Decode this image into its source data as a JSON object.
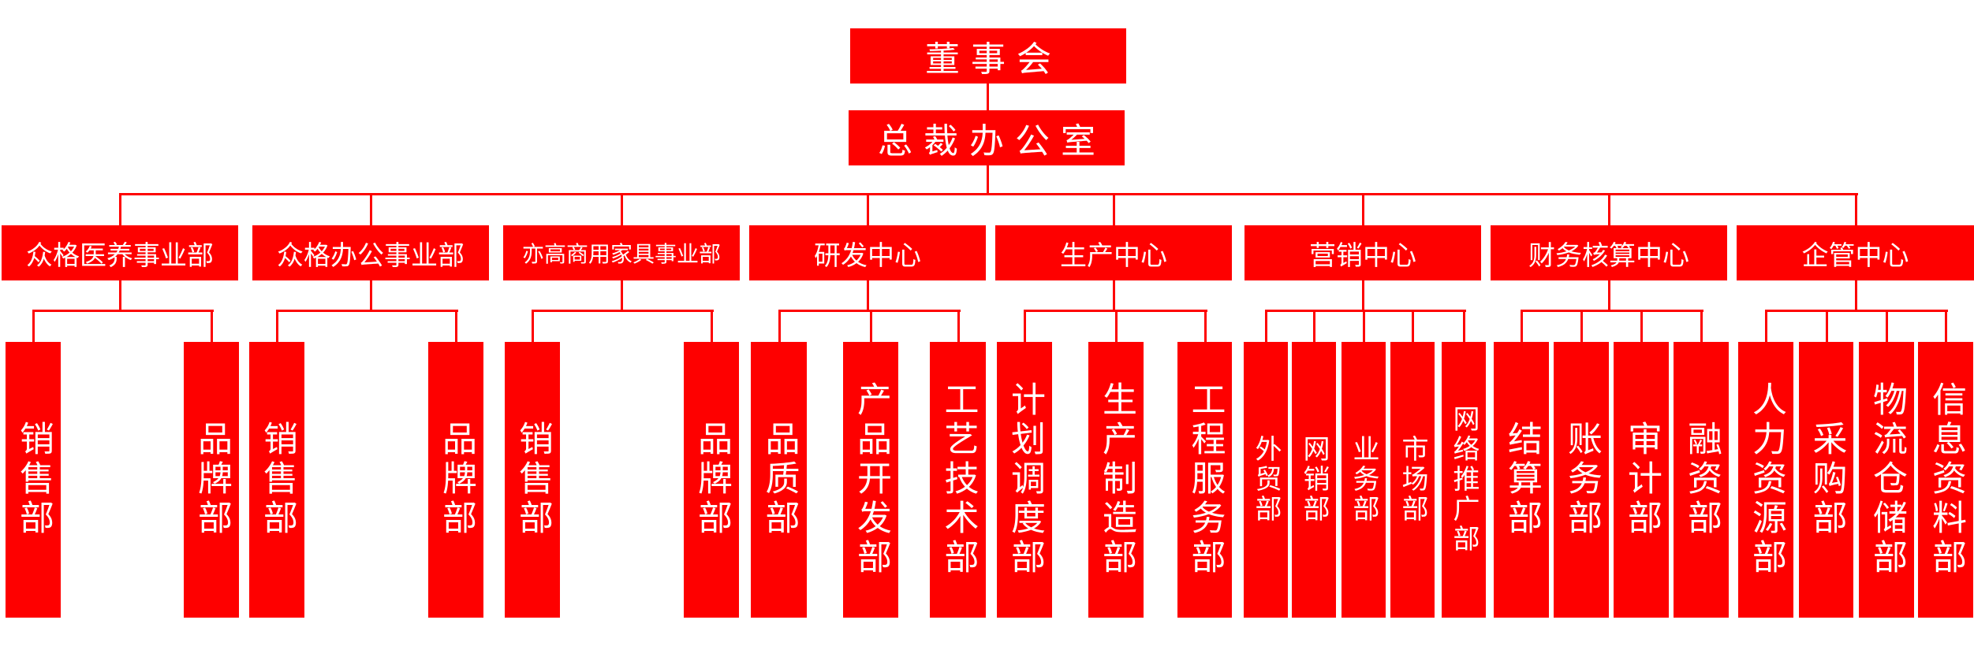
{
  "colors": {
    "box": "#fe0000",
    "text": "#ffffff",
    "line": "#fe0000"
  },
  "board": {
    "label": "董事会"
  },
  "president_office": {
    "label": "总裁办公室"
  },
  "divisions": [
    {
      "label": "众格医养事业部",
      "departments": [
        "销售部",
        "品牌部"
      ]
    },
    {
      "label": "众格办公事业部",
      "departments": [
        "销售部",
        "品牌部"
      ]
    },
    {
      "label": "亦高商用家具事业部",
      "departments": [
        "销售部",
        "品牌部"
      ]
    },
    {
      "label": "研发中心",
      "departments": [
        "品质部",
        "产品开发部",
        "工艺技术部"
      ]
    },
    {
      "label": "生产中心",
      "departments": [
        "计划调度部",
        "生产制造部",
        "工程服务部"
      ]
    },
    {
      "label": "营销中心",
      "departments": [
        "外贸部",
        "网销部",
        "业务部",
        "市场部",
        "网络推广部"
      ]
    },
    {
      "label": "财务核算中心",
      "departments": [
        "结算部",
        "账务部",
        "审计部",
        "融资部"
      ]
    },
    {
      "label": "企管中心",
      "departments": [
        "人力资源部",
        "采购部",
        "物流仓储部",
        "信息资料部"
      ]
    }
  ]
}
